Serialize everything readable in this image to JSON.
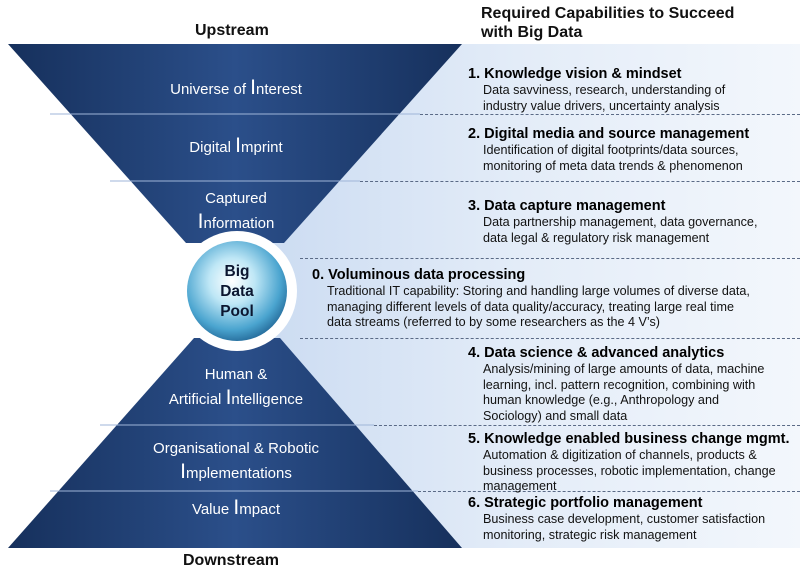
{
  "header": {
    "upstream": "Upstream",
    "downstream": "Downstream",
    "capabilities_title_line1": "Required Capabilities to Succeed",
    "capabilities_title_line2": "with Big Data"
  },
  "funnel_stages": [
    {
      "first": "Universe of ",
      "cap": "I",
      "rest": "nterest"
    },
    {
      "first": "Digital ",
      "cap": "I",
      "rest": "mprint"
    },
    {
      "line1": "Captured",
      "cap": "I",
      "rest": "nformation"
    },
    {
      "line1": "Human &",
      "first": "Artificial ",
      "cap": "I",
      "rest": "ntelligence"
    },
    {
      "line1": "Organisational & Robotic",
      "cap": "I",
      "rest": "mplementations"
    },
    {
      "first": "Value ",
      "cap": "I",
      "rest": "mpact"
    }
  ],
  "pool": {
    "line1": "Big",
    "line2": "Data",
    "line3": "Pool"
  },
  "capabilities": [
    {
      "title": "1. Knowledge vision & mindset",
      "lines": [
        "Data savviness, research, understanding of",
        "industry value drivers, uncertainty analysis"
      ]
    },
    {
      "title": "2. Digital media and source management",
      "lines": [
        "Identification of digital footprints/data sources,",
        "monitoring of meta data trends & phenomenon"
      ]
    },
    {
      "title": "3. Data capture management",
      "lines": [
        "Data partnership management, data governance,",
        "data legal & regulatory risk management"
      ]
    },
    {
      "title": "0. Voluminous data processing",
      "lines": [
        "Traditional IT capability: Storing and handling large volumes of diverse data,",
        "managing different levels of data quality/accuracy, treating large real time",
        "data streams (referred to by some researchers as the 4 V’s)"
      ]
    },
    {
      "title": "4. Data science & advanced analytics",
      "lines": [
        "Analysis/mining of large amounts of data, machine",
        "learning, incl. pattern recognition, combining with",
        "human knowledge (e.g., Anthropology and",
        "Sociology) and small data"
      ]
    },
    {
      "title": "5. Knowledge enabled business change mgmt.",
      "lines": [
        "Automation & digitization of channels, products &",
        "business processes, robotic implementation, change",
        "management"
      ]
    },
    {
      "title": "6. Strategic portfolio management",
      "lines": [
        "Business case development, customer satisfaction",
        "monitoring, strategic risk management"
      ]
    }
  ],
  "colors": {
    "funnel_dark": "#1c3a6a",
    "funnel_mid": "#2a4d86",
    "panel": "#dfe9f7",
    "text": "#111111"
  }
}
